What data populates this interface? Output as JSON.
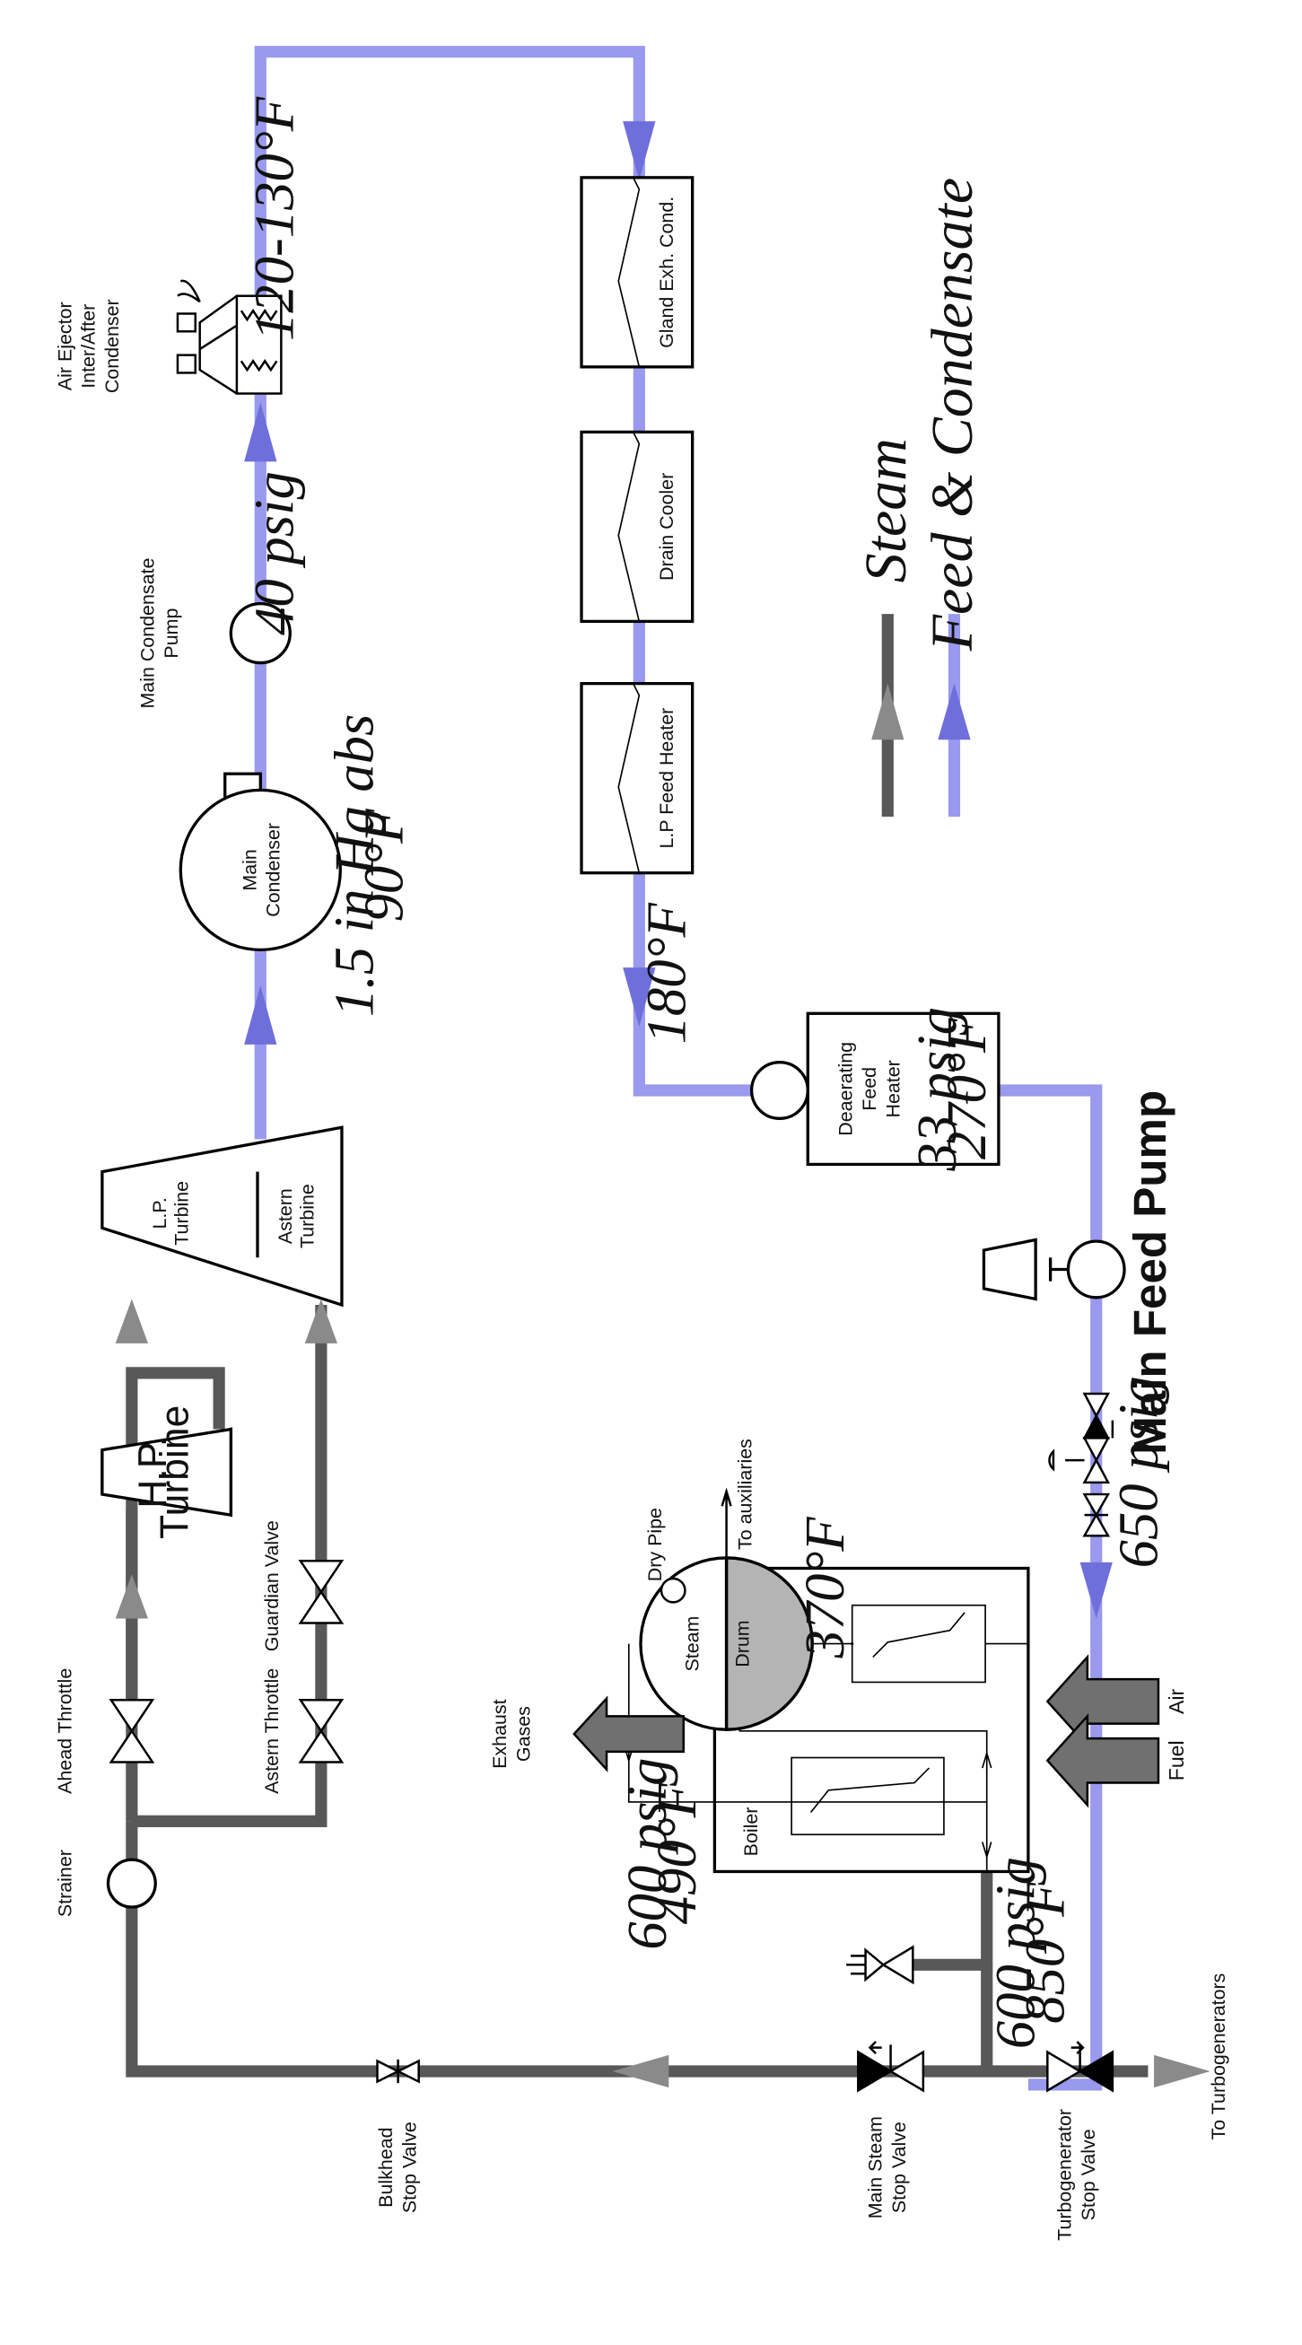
{
  "colors": {
    "steam": "#585858",
    "feed": "#9999ee",
    "steam_arrow": "#8a8a8a",
    "feed_arrow": "#6f6fdc",
    "drum_fill": "#b4b4b4"
  },
  "legend": {
    "steam": "Steam",
    "feed": "Feed & Condensate"
  },
  "components": {
    "strainer": "Strainer",
    "ahead_throttle": "Ahead Throttle",
    "astern_throttle": "Astern Throttle",
    "guardian_valve": "Guardian Valve",
    "hp_turbine": [
      "H.P.",
      "Turbine"
    ],
    "lp_turbine": [
      "L.P.",
      "Turbine"
    ],
    "astern_turbine": [
      "Astern",
      "Turbine"
    ],
    "main_condenser": [
      "Main",
      "Condenser"
    ],
    "main_condensate_pump": [
      "Main Condensate",
      "Pump"
    ],
    "air_ejector": [
      "Air Ejector",
      "Inter/After",
      "Condenser"
    ],
    "gland_exh_cond": "Gland Exh. Cond.",
    "drain_cooler": "Drain Cooler",
    "lp_feed_heater": "L.P Feed Heater",
    "deaerating_feed_heater": [
      "Deaerating",
      "Feed",
      "Heater"
    ],
    "main_feed_pump": "Main Feed Pump",
    "dry_pipe": "Dry Pipe",
    "to_auxiliaries": "To auxiliaries",
    "steam_drum": "Steam",
    "drum": "Drum",
    "boiler": "Boiler",
    "exhaust_gases": [
      "Exhaust",
      "Gases"
    ],
    "air": "Air",
    "fuel": "Fuel",
    "bulkhead_stop_valve": [
      "Bulkhead",
      "Stop Valve"
    ],
    "main_steam_stop_valve": [
      "Main Steam",
      "Stop Valve"
    ],
    "turbogenerator_stop_valve": [
      "Turbogenerator",
      "Stop Valve"
    ],
    "to_turbogenerators": "To Turbogenerators"
  },
  "conditions": {
    "ejector_outlet": "120-130°F",
    "pump_discharge": "40 psig",
    "condenser": [
      "1.5 in Hg abs",
      "90°F"
    ],
    "heater_outlet": "180°F",
    "deaerator": [
      "33 psig",
      "270°F"
    ],
    "feed_pump_discharge": "650 psig",
    "economizer_outlet": "370°F",
    "drum_steam": [
      "600 psig",
      "490°F"
    ],
    "superheater_outlet": [
      "600 psig",
      "850°F"
    ]
  }
}
